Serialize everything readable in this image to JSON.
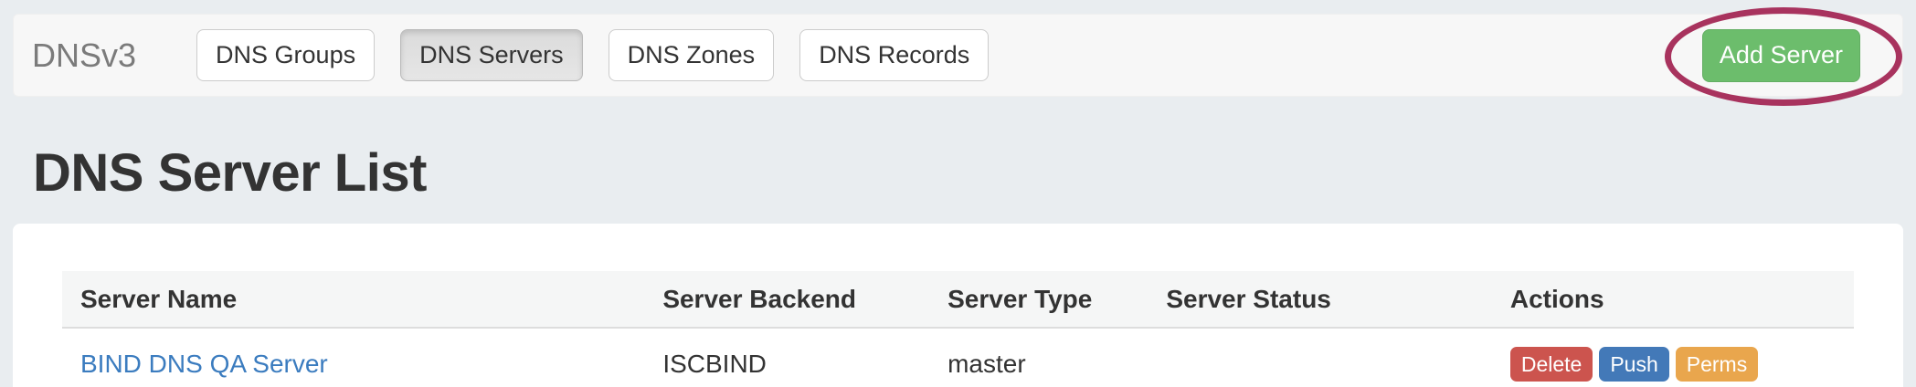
{
  "navbar": {
    "brand": "DNSv3",
    "tabs": [
      {
        "label": "DNS Groups",
        "active": false
      },
      {
        "label": "DNS Servers",
        "active": true
      },
      {
        "label": "DNS Zones",
        "active": false
      },
      {
        "label": "DNS Records",
        "active": false
      }
    ],
    "add_server_label": "Add Server"
  },
  "page": {
    "title": "DNS Server List"
  },
  "table": {
    "columns": [
      "Server Name",
      "Server Backend",
      "Server Type",
      "Server Status",
      "Actions"
    ],
    "rows": [
      {
        "server_name": "BIND DNS QA Server",
        "server_backend": "ISCBIND",
        "server_type": "master",
        "server_status": "",
        "actions": [
          {
            "label": "Delete",
            "color_key": "delete_red"
          },
          {
            "label": "Push",
            "color_key": "push_blue"
          },
          {
            "label": "Perms",
            "color_key": "perms_orange"
          }
        ]
      }
    ]
  },
  "colors": {
    "add_server_green": "#6cbd6c",
    "delete_red": "#cc544e",
    "push_blue": "#4379b8",
    "perms_orange": "#e9a64d",
    "link_blue": "#3b7cbf",
    "annotation_circle": "#a8335e"
  },
  "annotation": {
    "shape": "ellipse",
    "target": "add-server-button"
  }
}
